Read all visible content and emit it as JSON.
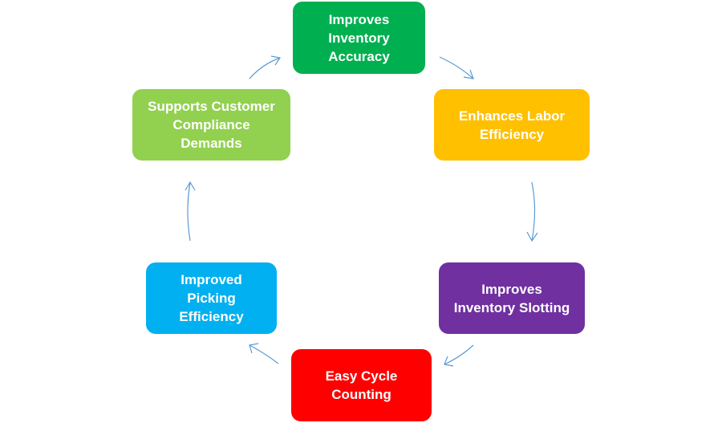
{
  "diagram": {
    "nodes": [
      {
        "id": "n1",
        "text": "Improves\nInventory\nAccuracy",
        "color": "#00b050"
      },
      {
        "id": "n2",
        "text": "Enhances Labor\nEfficiency",
        "color": "#ffc000"
      },
      {
        "id": "n3",
        "text": "Improves\nInventory Slotting",
        "color": "#7030a0"
      },
      {
        "id": "n4",
        "text": "Easy Cycle\nCounting",
        "color": "#ff0000"
      },
      {
        "id": "n5",
        "text": "Improved\nPicking\nEfficiency",
        "color": "#00b0f0"
      },
      {
        "id": "n6",
        "text": "Supports Customer\nCompliance\nDemands",
        "color": "#92d050"
      }
    ],
    "edges": [
      {
        "from": "n1",
        "to": "n2"
      },
      {
        "from": "n2",
        "to": "n3"
      },
      {
        "from": "n3",
        "to": "n4"
      },
      {
        "from": "n4",
        "to": "n5"
      },
      {
        "from": "n5",
        "to": "n6"
      },
      {
        "from": "n6",
        "to": "n1"
      }
    ],
    "arrow_color": "#5b9bd5",
    "text_color": "#ffffff"
  }
}
